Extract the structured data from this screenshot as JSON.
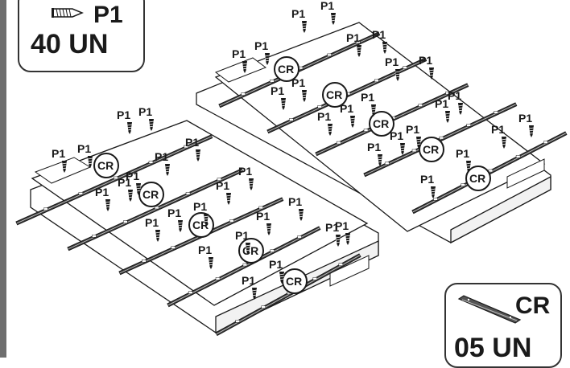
{
  "diagram": {
    "screw_code": "P1",
    "slide_code": "CR"
  },
  "legend": {
    "screw": {
      "code": "P1",
      "quantity": "40 UN",
      "icon": "screw-icon"
    },
    "slide": {
      "code": "CR",
      "quantity": "05 UN",
      "icon": "drawer-slide-icon"
    }
  },
  "colors": {
    "ink": "#1a1a1a",
    "board_fill": "#ffffff",
    "rail_fill": "#3a3a3a",
    "frame": "#6e6e6e"
  }
}
